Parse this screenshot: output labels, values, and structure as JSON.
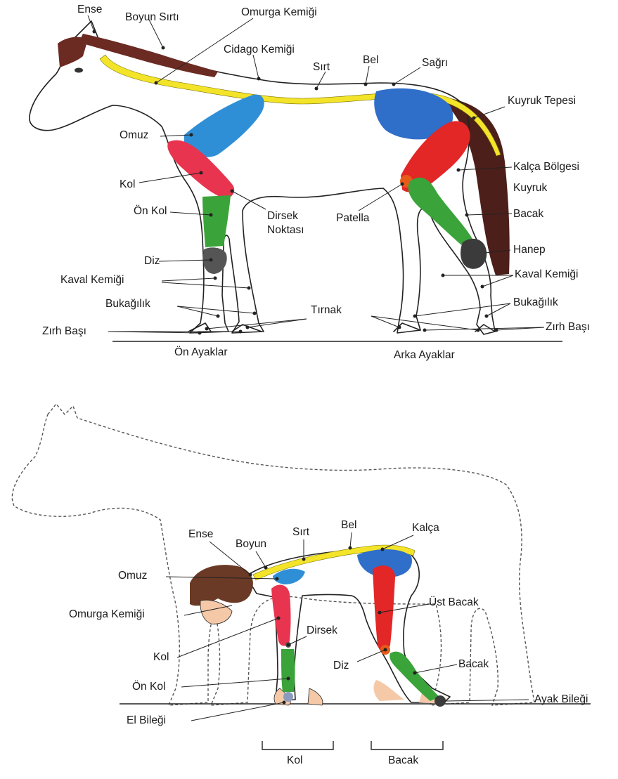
{
  "colors": {
    "spine": "#f3e42a",
    "mane": "#6b2a22",
    "shoulder": "#2f8fd6",
    "arm": "#e8344e",
    "forearm": "#3aa33a",
    "knee": "#555555",
    "hip": "#2f6fc9",
    "thigh": "#e32626",
    "patella": "#e65a1a",
    "leg": "#3aa33a",
    "hock": "#3b3b3b",
    "tail": "#4d1f1a"
  },
  "horse_diagram": {
    "labels": {
      "ense": "Ense",
      "boyun_sirti": "Boyun Sırtı",
      "omurga_kemigi": "Omurga Kemiği",
      "cidago_kemigi": "Cidago Kemiği",
      "sirt": "Sırt",
      "bel": "Bel",
      "sagri": "Sağrı",
      "kuyruk_tepesi": "Kuyruk Tepesi",
      "omuz": "Omuz",
      "kalca_bolgesi": "Kalça Bölgesi",
      "kol": "Kol",
      "kuyruk": "Kuyruk",
      "on_kol": "Ön Kol",
      "dirsek": "Dirsek",
      "noktasi": "Noktası",
      "patella": "Patella",
      "bacak": "Bacak",
      "hanep": "Hanep",
      "diz": "Diz",
      "kaval_kemigi_front": "Kaval Kemiği",
      "kaval_kemigi_rear": "Kaval Kemiği",
      "bukagilik_front": "Bukağılık",
      "bukagilik_rear": "Bukağılık",
      "tirnak": "Tırnak",
      "zirh_basi_front": "Zırh Başı",
      "zirh_basi_rear": "Zırh Başı",
      "on_ayaklar": "Ön Ayaklar",
      "arka_ayaklar": "Arka Ayaklar"
    }
  },
  "human_diagram": {
    "labels": {
      "ense": "Ense",
      "boyun": "Boyun",
      "sirt": "Sırt",
      "bel": "Bel",
      "kalca": "Kalça",
      "omuz": "Omuz",
      "ust_bacak": "Üst Bacak",
      "omurga_kemigi": "Omurga Kemiği",
      "dirsek": "Dirsek",
      "kol": "Kol",
      "diz": "Diz",
      "bacak": "Bacak",
      "on_kol": "Ön Kol",
      "ayak_bilegi": "Ayak Bileği",
      "el_bilegi": "El Bileği",
      "bracket_kol": "Kol",
      "bracket_bacak": "Bacak"
    }
  }
}
